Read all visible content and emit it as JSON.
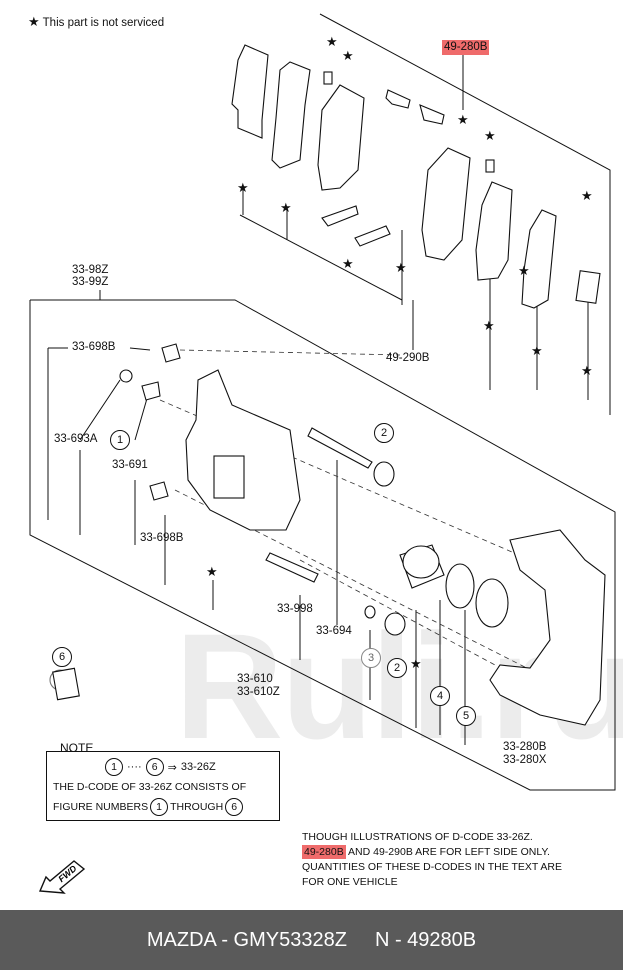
{
  "legend": {
    "star": "★",
    "text": "This part is not serviced"
  },
  "labels": {
    "p49280B_top": "49-280B",
    "p33_98Z": "33-98Z",
    "p33_99Z": "33-99Z",
    "p33_698B_a": "33-698B",
    "p49_290B": "49-290B",
    "p33_693A": "33-693A",
    "p33_691": "33-691",
    "p33_698B_b": "33-698B",
    "p33_998": "33-998",
    "p33_694": "33-694",
    "p33_610": "33-610",
    "p33_610Z": "33-610Z",
    "p33_280B": "33-280B",
    "p33_280X": "33-280X"
  },
  "circles": {
    "c1": "1",
    "c2a": "2",
    "c2b": "2",
    "c3": "3",
    "c4": "4",
    "c5": "5",
    "c6": "6"
  },
  "note": {
    "title": "NOTE",
    "range_start": "1",
    "range_sep": "····",
    "range_end": "6",
    "arrow": "⇒",
    "code": "33-26Z",
    "line2": "THE D-CODE OF  33-26Z  CONSISTS OF",
    "line3_a": "FIGURE NUMBERS",
    "line3_b": "1",
    "line3_c": "THROUGH",
    "line3_d": "6"
  },
  "though": {
    "line1": "THOUGH  ILLUSTRATIONS  OF  D-CODE 33-26Z.",
    "line2_code": "49-280B",
    "line2_rest": "AND  49-290B ARE FOR LEFT SIDE ONLY.",
    "line3": "QUANTITIES  OF  THESE  D-CODES  IN  THE TEXT  ARE",
    "line4": "FOR  ONE  VEHICLE"
  },
  "fwd_label": "FWD",
  "watermark": "Ruli.ru",
  "footer": {
    "brand_part": "MAZDA - GMY53328Z",
    "oem": "N - 49280B"
  },
  "colors": {
    "highlight": "#ef6b6b",
    "footer_bg": "#5a5a5a",
    "footer_text": "#ffffff"
  }
}
